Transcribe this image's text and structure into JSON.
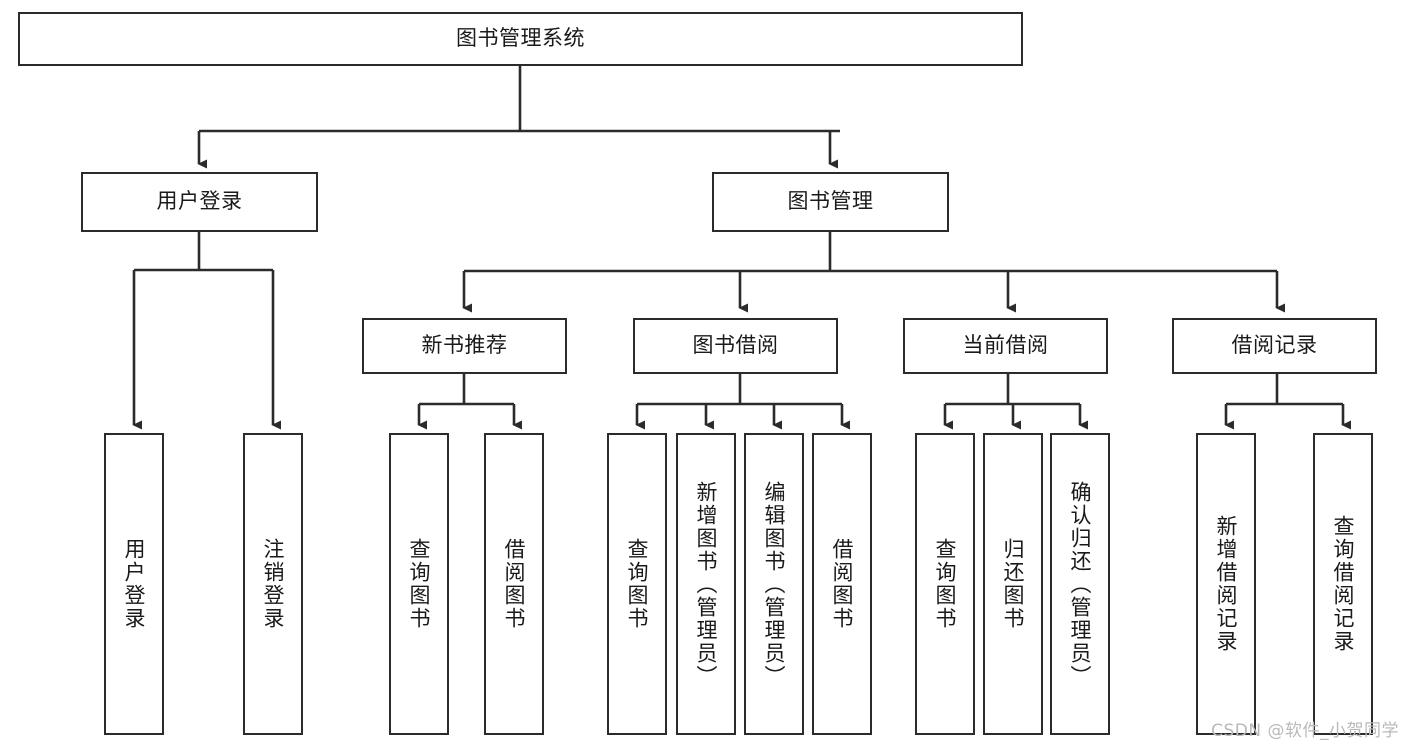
{
  "diagram": {
    "title": "图书管理系统",
    "watermark": "CSDN @软件_小贺同学",
    "colors": {
      "stroke": "#2b2b2b",
      "fill": "#ffffff",
      "text": "#1a1a1a",
      "watermark": "#b9b9b9"
    },
    "nodes": {
      "root": "图书管理系统",
      "level2": {
        "user_login": "用户登录",
        "book_manage": "图书管理"
      },
      "level3": {
        "new_book_recommend": "新书推荐",
        "book_borrow": "图书借阅",
        "current_borrow": "当前借阅",
        "borrow_record": "借阅记录"
      },
      "leaves": {
        "user_login_1": "用户登录",
        "user_login_2": "注销登录",
        "new_book_1": "查询图书",
        "new_book_2": "借阅图书",
        "book_borrow_1": "查询图书",
        "book_borrow_2": "新增图书（管理员）",
        "book_borrow_3": "编辑图书（管理员）",
        "book_borrow_4": "借阅图书",
        "current_borrow_1": "查询图书",
        "current_borrow_2": "归还图书",
        "current_borrow_3": "确认归还（管理员）",
        "borrow_record_1": "新增借阅记录",
        "borrow_record_2": "查询借阅记录"
      }
    }
  }
}
